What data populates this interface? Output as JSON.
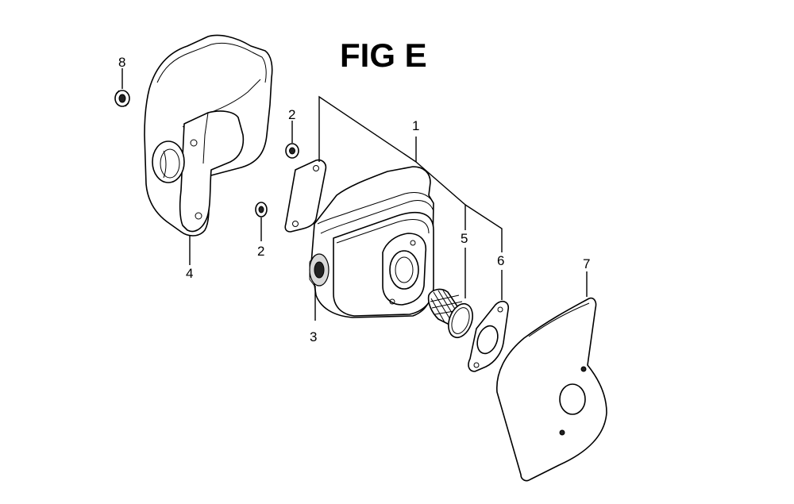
{
  "title": "FIG E",
  "callouts": {
    "c1": "1",
    "c2a": "2",
    "c2b": "2",
    "c3": "3",
    "c4": "4",
    "c5": "5",
    "c6": "6",
    "c7": "7",
    "c8": "8"
  }
}
